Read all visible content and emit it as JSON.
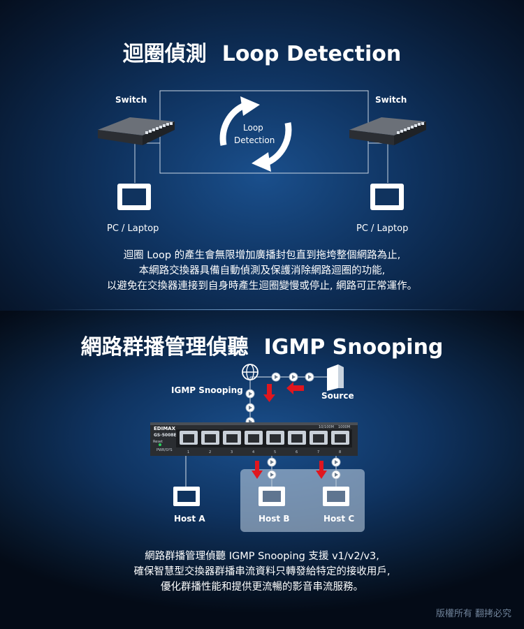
{
  "loop": {
    "title_zh": "迴圈偵測",
    "title_en": "Loop Detection",
    "switch_left": "Switch",
    "switch_right": "Switch",
    "center_line1": "Loop",
    "center_line2": "Detection",
    "pc_left": "PC / Laptop",
    "pc_right": "PC / Laptop",
    "desc": [
      "迴圈 Loop 的產生會無限增加廣播封包直到拖垮整個網路為止,",
      "本網路交換器具備自動偵測及保護消除網路迴圈的功能,",
      "以避免在交換器連接到自身時產生迴圈變慢或停止, 網路可正常運作。"
    ]
  },
  "igmp": {
    "title_zh": "網路群播管理偵聽",
    "title_en": "IGMP Snooping",
    "igmp_label": "IGMP Snooping",
    "source_label": "Source",
    "switch_brand": "EDIMAX",
    "switch_model": "GS-5008E",
    "switch_reset": "Reset",
    "switch_pwr": "PWR/SYS",
    "led_legend_1": "10/100M",
    "led_legend_2": "1000M",
    "port_numbers": [
      "1",
      "2",
      "3",
      "4",
      "5",
      "6",
      "7",
      "8"
    ],
    "host_a": "Host A",
    "host_b": "Host B",
    "host_c": "Host C",
    "desc": [
      "網路群播管理偵聽 IGMP Snooping 支援 v1/v2/v3,",
      "確保智慧型交換器群播串流資料只轉發給特定的接收用戶,",
      "優化群播性能和提供更流暢的影音串流服務。"
    ]
  },
  "copyright": "版權所有 翻拷必究",
  "colors": {
    "accent_red": "#e0161e",
    "arrow_blue": "#2f7fe0",
    "text": "#ffffff"
  }
}
